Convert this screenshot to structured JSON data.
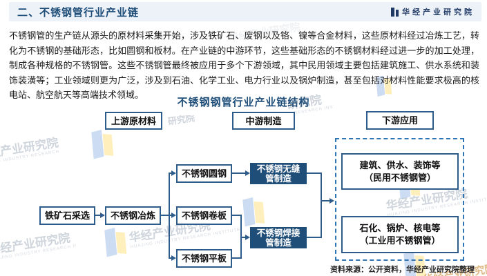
{
  "header": {
    "title": "二、不锈钢管行业产业链",
    "brand": "华经产业研究院"
  },
  "paragraph": "不锈钢管的生产链从源头的原材料采集开始，涉及铁矿石、废钢以及铬、镍等合金材料，这些原材料经过冶炼工艺，转化为不锈钢的基础形态，比如圆钢和板材。在产业链的中游环节，这些基础形态的不锈钢材料经过进一步的加工处理，制成各种规格的不锈钢管。这些不锈钢管最终被应用于多个下游领域，其中民用领域主要包括建筑施工、供水系统和装饰装潢等；工业领域则更为广泛，涉及到石油、化学工业、电力行业以及锅炉制造，甚至包括对材料性能要求极高的核电站、航空航天等高端技术领域。",
  "diagram": {
    "title": "不锈钢钢管行业产业链结构",
    "stages": {
      "upstream": "上游原材料",
      "midstream": "中游制造",
      "downstream": "下游应用"
    },
    "nodes": {
      "mining": "铁矿石采选",
      "smelting": "不锈钢冶炼",
      "round_steel": "不锈钢圆钢",
      "coil_plate": "不锈钢卷板",
      "flat_plate": "不锈钢平板",
      "seamless_line1": "不锈钢无缝",
      "seamless_line2": "管制造",
      "welded_line1": "不锈钢焊接",
      "welded_line2": "管制造",
      "civil_line1": "建筑、供水、装饰等",
      "civil_line2": "（民用不锈钢管）",
      "industrial_line1": "石化、锅炉、核电等",
      "industrial_line2": "（工业用不锈钢管）"
    },
    "source": "资料来源：公开资料，华经产业研究院整理"
  },
  "watermark": {
    "text_cn": "华经产业研究院",
    "text_en": "HUAJING INDUSTRY RESEARCH INSTITUTE"
  },
  "colors": {
    "navy": "#1F4E79",
    "box_border": "#2E5C8A",
    "dashed_border": "#2E75B6",
    "header_bg": "#EDF2F9",
    "watermark_gray": "#A9B3C1",
    "watermark_tan": "#D8A869"
  }
}
